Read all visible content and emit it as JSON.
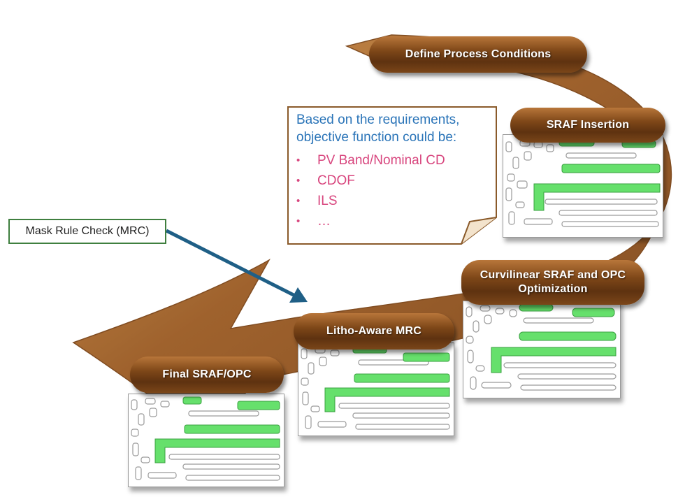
{
  "stages": {
    "define": "Define Process Conditions",
    "sraf_insertion": "SRAF Insertion",
    "curvilinear": "Curvilinear SRAF and OPC Optimization",
    "litho_mrc": "Litho-Aware MRC",
    "final": "Final SRAF/OPC"
  },
  "callout": {
    "heading": "Based on the requirements, objective function could be:",
    "items": [
      "PV Band/Nominal  CD",
      "CDOF",
      "ILS",
      "…"
    ]
  },
  "mrc_label": "Mask Rule Check (MRC)",
  "colors": {
    "arrow_body": "#8a4e1c",
    "pill": "#6a3a14",
    "callout_heading": "#2a74b8",
    "callout_items": "#d8467e",
    "pointer_arrow": "#1f5f86",
    "mrc_border": "#3f7f3f",
    "feature_green": "#66e06c"
  }
}
